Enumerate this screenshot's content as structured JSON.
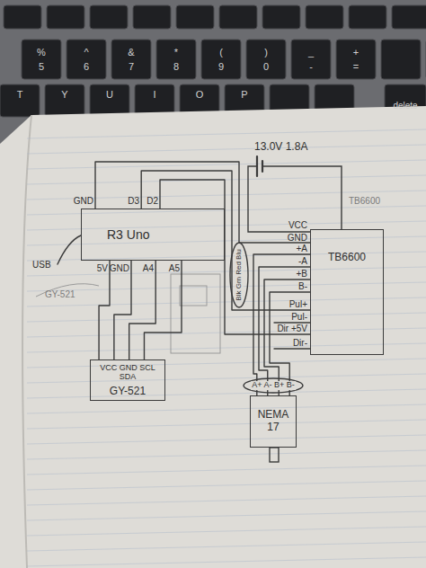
{
  "diagram": {
    "nodes": [
      {
        "text": [
          "R3 Uno"
        ]
      },
      {
        "text": [
          "TB6600"
        ]
      },
      {
        "text": [
          "VCC GND SCL SDA",
          "GY-521"
        ]
      },
      {
        "text": [
          "NEMA 17"
        ]
      }
    ],
    "edges": [
      {
        "from": 0,
        "to": 1,
        "arrow": "none"
      },
      {
        "from": 0,
        "to": 1,
        "arrow": "none"
      },
      {
        "from": 0,
        "to": 1,
        "arrow": "none"
      },
      {
        "from": 0,
        "to": 2,
        "arrow": "none"
      },
      {
        "from": 0,
        "to": 2,
        "arrow": "none"
      },
      {
        "from": 0,
        "to": 2,
        "arrow": "none"
      },
      {
        "from": 0,
        "to": 2,
        "arrow": "none"
      },
      {
        "from": 1,
        "to": 3,
        "arrow": "none"
      },
      {
        "from": 1,
        "to": 3,
        "arrow": "none"
      },
      {
        "from": 1,
        "to": 3,
        "arrow": "none"
      },
      {
        "from": 1,
        "to": 3,
        "arrow": "none"
      }
    ],
    "labels": [
      "13.0V 1.8A",
      "GND",
      "D3",
      "D2",
      "USB",
      "5V",
      "GND",
      "A4",
      "A5",
      "GY-521",
      "TB6600",
      "VCC",
      "GND",
      "+A",
      "-A",
      "+B",
      "B-",
      "Pul+",
      "Pul-",
      "Dir +5V",
      "Dir-",
      "Blk Grn Red Blu",
      "A+ A- B+ B-",
      "%",
      "5",
      "^",
      "6",
      "&",
      "7",
      "*",
      "8",
      "(",
      "9",
      ")",
      "0",
      "_",
      "-",
      "+",
      "=",
      "delete",
      "T",
      "Y",
      "U",
      "I",
      "O",
      "P"
    ]
  }
}
